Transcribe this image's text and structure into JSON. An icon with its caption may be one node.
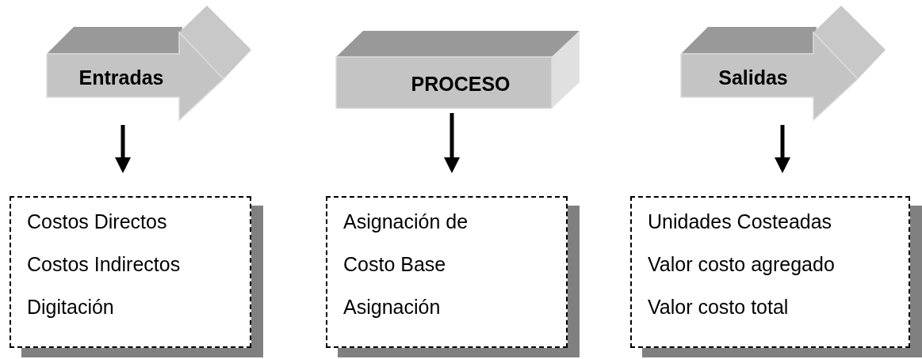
{
  "diagram": {
    "nodes": [
      {
        "text": [
          "Entradas"
        ]
      },
      {
        "text": [
          "PROCESO"
        ]
      },
      {
        "text": [
          "Salidas"
        ]
      },
      {
        "text": [
          "Costos Directos",
          "Costos Indirectos",
          "Digitación"
        ]
      },
      {
        "text": [
          "Asignación de",
          "Costo Base",
          "Asignación"
        ]
      },
      {
        "text": [
          "Unidades Costeadas",
          "Valor costo agregado",
          "Valor costo total"
        ]
      }
    ],
    "edges": [
      {
        "from": 0,
        "to": 3,
        "arrow": "to"
      },
      {
        "from": 1,
        "to": 4,
        "arrow": "to"
      },
      {
        "from": 2,
        "to": 5,
        "arrow": "to"
      }
    ]
  }
}
